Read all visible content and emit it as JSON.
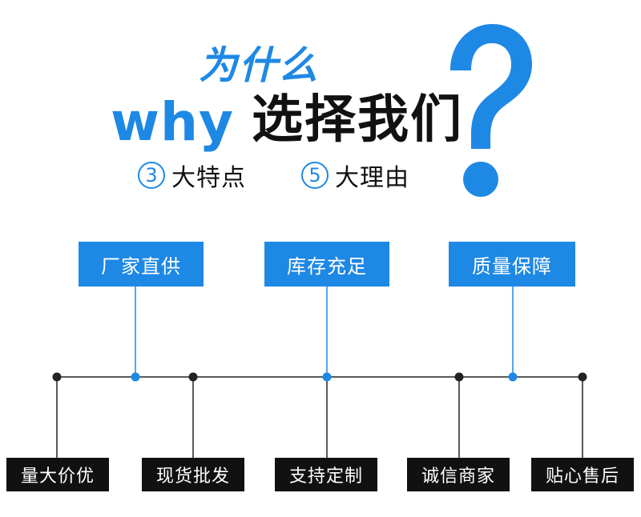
{
  "header": {
    "title_line1": "为什么",
    "title_why": "why",
    "title_choose": "选择我们",
    "features": [
      {
        "num": "3",
        "label": "大特点"
      },
      {
        "num": "5",
        "label": "大理由"
      }
    ]
  },
  "diagram": {
    "top_boxes": [
      {
        "label": "厂家直供"
      },
      {
        "label": "库存充足"
      },
      {
        "label": "质量保障"
      }
    ],
    "bottom_boxes": [
      {
        "label": "量大价优"
      },
      {
        "label": "现货批发"
      },
      {
        "label": "支持定制"
      },
      {
        "label": "诚信商家"
      },
      {
        "label": "贴心售后"
      }
    ]
  },
  "colors": {
    "accent": "#1e88e5",
    "dark": "#111111",
    "line": "#222222"
  }
}
